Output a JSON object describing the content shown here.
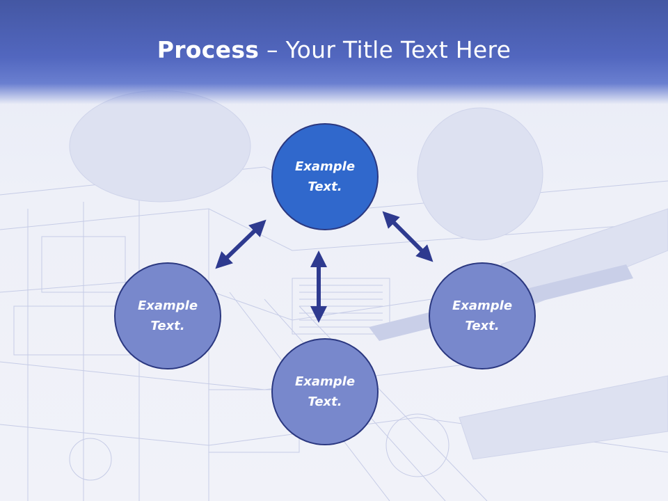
{
  "title": {
    "bold": "Process",
    "rest": " – Your Title Text Here"
  },
  "nodes": [
    {
      "line1": "Example",
      "line2": "Text."
    },
    {
      "line1": "Example",
      "line2": "Text."
    },
    {
      "line1": "Example",
      "line2": "Text."
    },
    {
      "line1": "Example",
      "line2": "Text."
    }
  ],
  "colors": {
    "header": "#5267bf",
    "main_circle": "#3068cc",
    "sub_circle": "#7888cc",
    "arrow": "#2e3a8f"
  }
}
